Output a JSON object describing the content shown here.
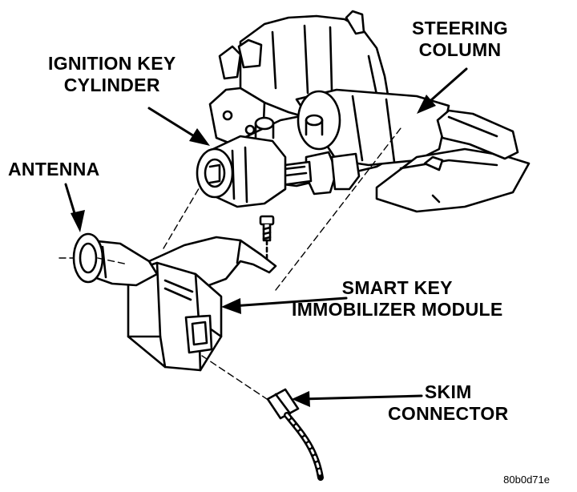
{
  "labels": {
    "steering_column": [
      "STEERING",
      "COLUMN"
    ],
    "ignition_key_cylinder": [
      "IGNITION KEY",
      "CYLINDER"
    ],
    "antenna": [
      "ANTENNA"
    ],
    "smart_key_immobilizer_module": [
      "SMART KEY",
      "IMMOBILIZER MODULE"
    ],
    "skim_connector": [
      "SKIM",
      "CONNECTOR"
    ]
  },
  "figure_id": "80b0d71e"
}
